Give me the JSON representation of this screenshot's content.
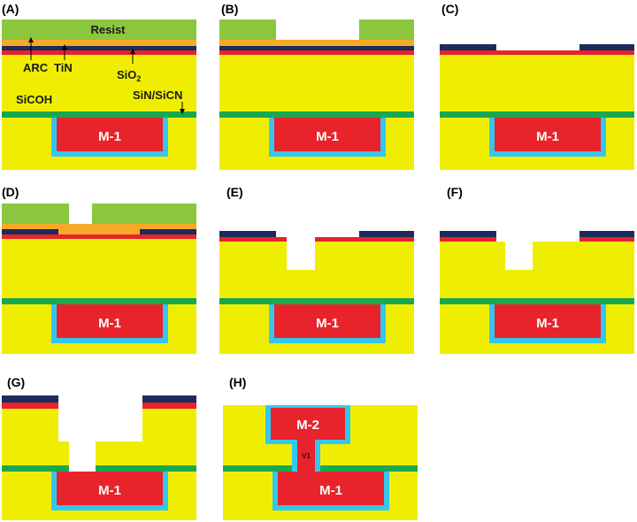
{
  "panels": [
    {
      "id": "A",
      "label": "(A)"
    },
    {
      "id": "B",
      "label": "(B)"
    },
    {
      "id": "C",
      "label": "(C)"
    },
    {
      "id": "D",
      "label": "(D)"
    },
    {
      "id": "E",
      "label": "(E)"
    },
    {
      "id": "F",
      "label": "(F)"
    },
    {
      "id": "G",
      "label": "(G)"
    },
    {
      "id": "H",
      "label": "(H)"
    }
  ],
  "labels": {
    "m1": "M-1",
    "m2": "M-2",
    "v1": "V1",
    "resist": "Resist",
    "arc": "ARC",
    "tin": "TiN",
    "sio2_base": "SiO",
    "sio2_sub": "2",
    "sicoh": "SiCOH",
    "sin_sicn": "SiN/SiCN"
  },
  "colors": {
    "sicoh": "#f0ee00",
    "cap": "#1aa84f",
    "metal": "#e8232b",
    "barrier": "#33c6ef",
    "tin": "#1c2a5c",
    "sio2": "#e8232b",
    "arc": "#f7a928",
    "resist": "#8cc63f"
  }
}
